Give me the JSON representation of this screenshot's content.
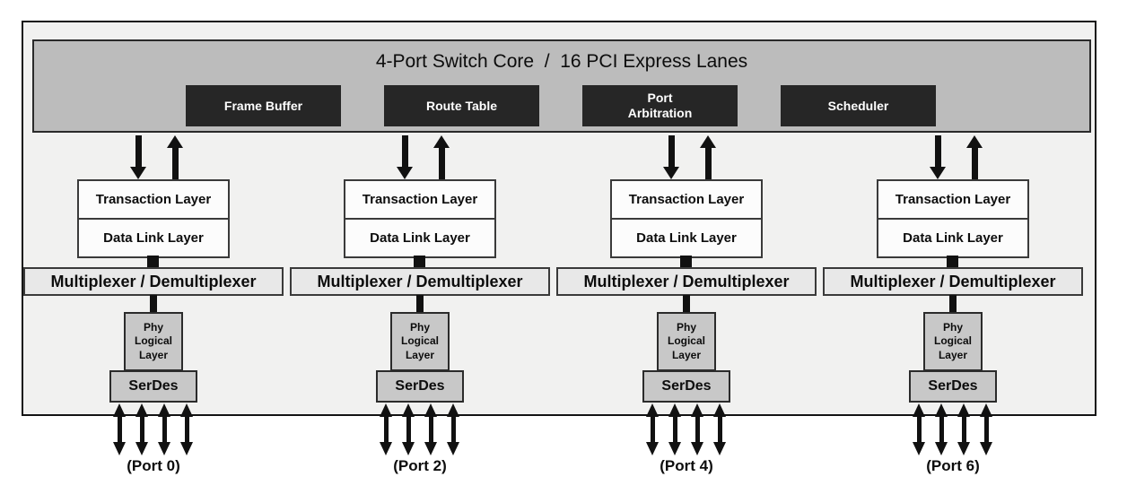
{
  "diagram": {
    "title": "4-Port Switch Core  /  16 PCI Express Lanes",
    "core_blocks": [
      {
        "label": "Frame Buffer"
      },
      {
        "label": "Route Table"
      },
      {
        "label": "Port\nArbitration"
      },
      {
        "label": "Scheduler"
      }
    ],
    "columns": [
      {
        "transaction": "Transaction Layer",
        "datalink": "Data Link Layer",
        "mux": "Multiplexer / Demultiplexer",
        "phy": "Phy\nLogical\nLayer",
        "serdes": "SerDes",
        "port": "(Port 0)"
      },
      {
        "transaction": "Transaction Layer",
        "datalink": "Data Link Layer",
        "mux": "Multiplexer / Demultiplexer",
        "phy": "Phy\nLogical\nLayer",
        "serdes": "SerDes",
        "port": "(Port 2)"
      },
      {
        "transaction": "Transaction Layer",
        "datalink": "Data Link Layer",
        "mux": "Multiplexer / Demultiplexer",
        "phy": "Phy\nLogical\nLayer",
        "serdes": "SerDes",
        "port": "(Port 4)"
      },
      {
        "transaction": "Transaction Layer",
        "datalink": "Data Link Layer",
        "mux": "Multiplexer / Demultiplexer",
        "phy": "Phy\nLogical\nLayer",
        "serdes": "SerDes",
        "port": "(Port 6)"
      }
    ],
    "colors": {
      "enclosure_fill": "#f1f1f0",
      "core_bar_fill": "#bcbcbc",
      "core_block_fill": "#262626",
      "core_block_text": "#ffffff",
      "layer_box_fill": "#fcfcfc",
      "mux_fill": "#e8e8e8",
      "phy_serdes_fill": "#c8c8c8",
      "arrow_color": "#111111",
      "border_color": "#141414"
    }
  }
}
